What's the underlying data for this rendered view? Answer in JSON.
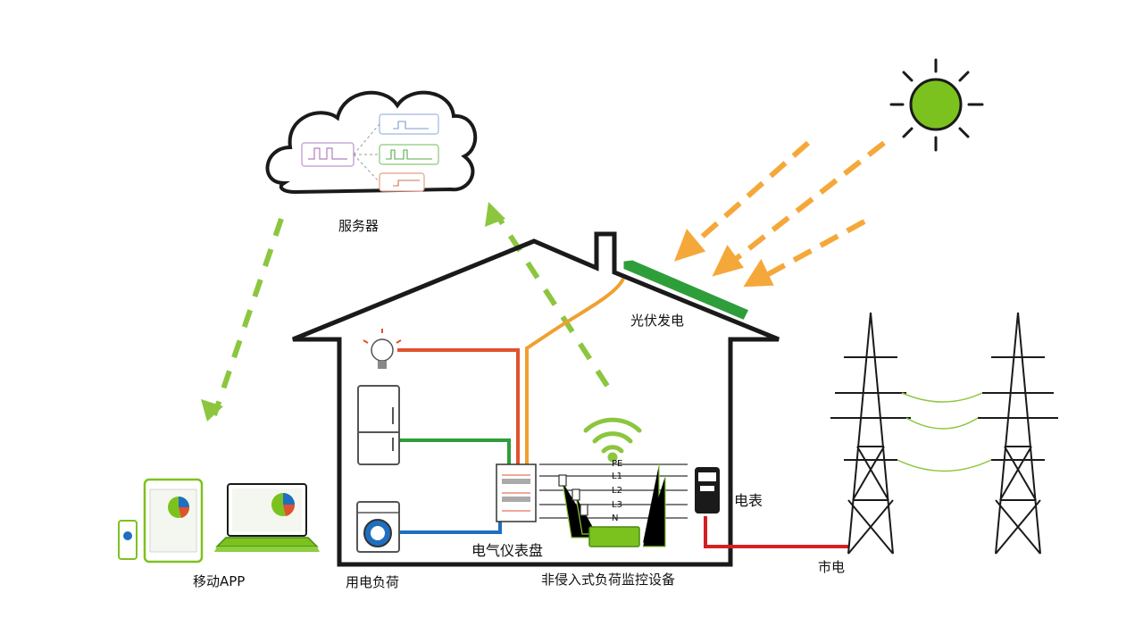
{
  "labels": {
    "server": "服务器",
    "mobile_app": "移动APP",
    "pv": "光伏发电",
    "panel": "电气仪表盘",
    "load": "用电负荷",
    "nilm_device": "非侵入式负荷监控设备",
    "meter": "电表",
    "grid": "市电"
  },
  "bus_lines": [
    "PE",
    "L1",
    "L2",
    "L3",
    "N"
  ],
  "colors": {
    "house_outline": "#1a1a1a",
    "green": "#2e9e3a",
    "lime_dash": "#8cc63f",
    "orange_dash": "#f5a83a",
    "orange_wire": "#f0a030",
    "red_wire": "#e0522d",
    "blue_wire": "#1f6fc0",
    "grid_red": "#d42020",
    "sun": "#7cc21f"
  },
  "icons": [
    "cloud-icon",
    "sun-icon",
    "bulb-icon",
    "fridge-icon",
    "washer-icon",
    "wifi-icon",
    "meter-icon",
    "tablet-icon",
    "laptop-icon",
    "phone-icon",
    "pylon-icon"
  ]
}
